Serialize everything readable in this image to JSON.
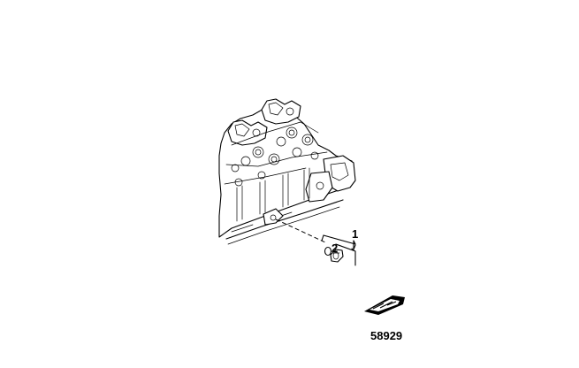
{
  "callouts": [
    {
      "label": "1"
    },
    {
      "label": "2"
    }
  ],
  "figure_number": "58929",
  "icons": {
    "view_indicator": "engine-orientation-icon"
  }
}
